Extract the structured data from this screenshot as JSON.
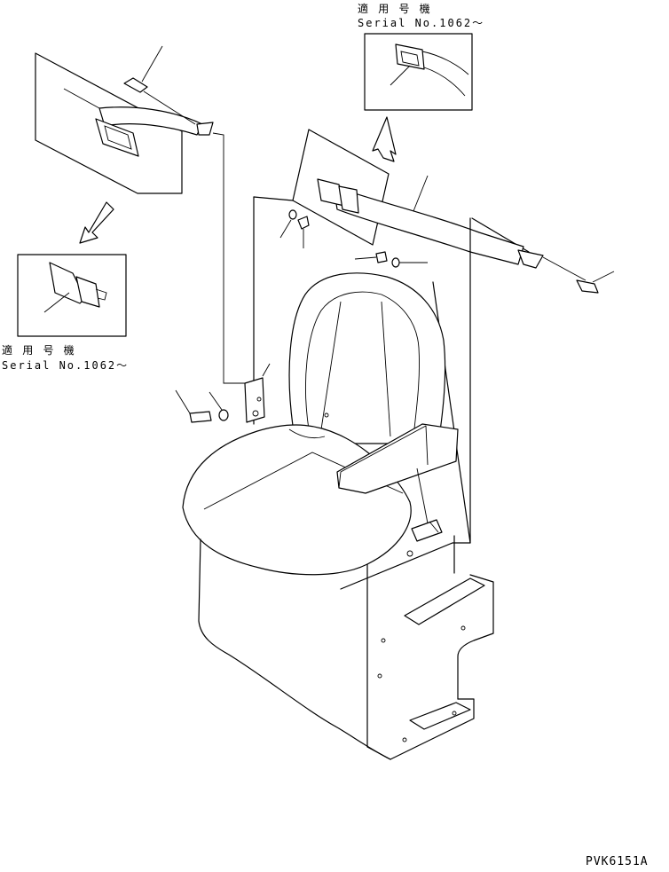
{
  "callouts": {
    "top_right": {
      "line1": "適 用 号 機",
      "line2": "Serial No.1062～"
    },
    "left": {
      "line1": "適 用 号 機",
      "line2": "Serial No.1062～"
    }
  },
  "drawing_code": "PVK6151A"
}
